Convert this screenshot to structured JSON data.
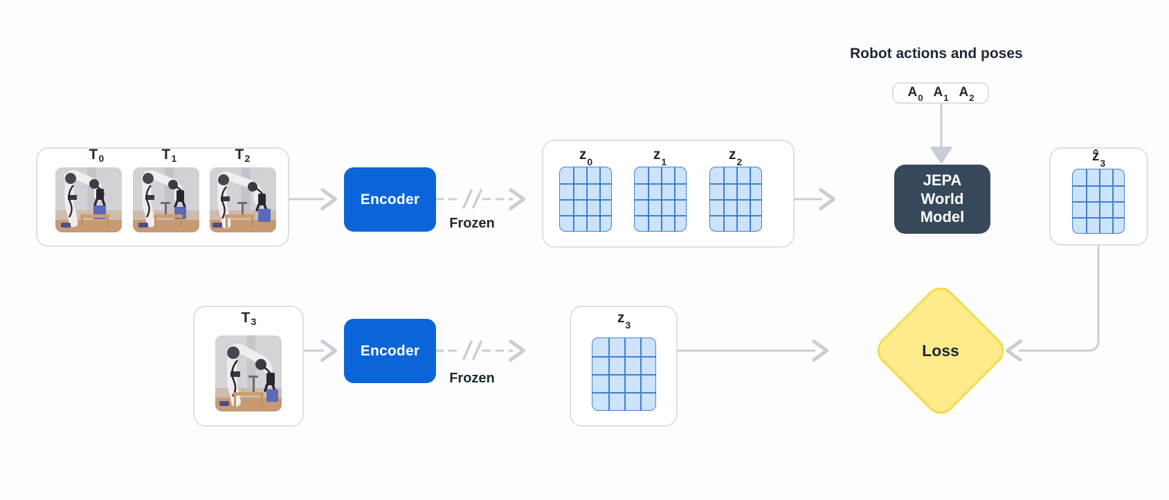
{
  "diagram": {
    "title_actions": "Robot actions and poses",
    "background": "#fdfdfd",
    "colors": {
      "encoder_blue": "#0b65d8",
      "world_model_slate": "#36485a",
      "latent_fill": "#cde2fb",
      "latent_stroke": "#3b80cf",
      "loss_fill": "#fdeb8c",
      "loss_stroke": "#f6d94b",
      "panel_border": "#dcdfe4",
      "wire_gray": "#c8ced6",
      "text_dark": "#1d2733"
    }
  },
  "context_frames": {
    "panel_name": "context-frames-panel",
    "frames": [
      {
        "label": "T",
        "sub": "0",
        "alt": "robot-arm-frame-t0"
      },
      {
        "label": "T",
        "sub": "1",
        "alt": "robot-arm-frame-t1"
      },
      {
        "label": "T",
        "sub": "2",
        "alt": "robot-arm-frame-t2"
      }
    ]
  },
  "target_frame": {
    "panel_name": "target-frame-panel",
    "frames": [
      {
        "label": "T",
        "sub": "3",
        "alt": "robot-arm-frame-t3"
      }
    ]
  },
  "encoders": [
    {
      "label": "Encoder",
      "frozen_label": "Frozen"
    },
    {
      "label": "Encoder",
      "frozen_label": "Frozen"
    }
  ],
  "context_latents": {
    "panel_name": "context-latents-panel",
    "grid_rows": 4,
    "grid_cols": 4,
    "items": [
      {
        "label": "z",
        "sub": "0"
      },
      {
        "label": "z",
        "sub": "1"
      },
      {
        "label": "z",
        "sub": "2"
      }
    ]
  },
  "target_latent": {
    "panel_name": "target-latent-panel",
    "grid_rows": 4,
    "grid_cols": 4,
    "items": [
      {
        "label": "z",
        "sub": "3"
      }
    ]
  },
  "predicted_latent": {
    "panel_name": "predicted-latent-panel",
    "grid_rows": 4,
    "grid_cols": 4,
    "items": [
      {
        "label": "ẑ",
        "sub": "3"
      }
    ]
  },
  "actions": {
    "title": "Robot actions and poses",
    "tokens": [
      {
        "label": "A",
        "sub": "0"
      },
      {
        "label": "A",
        "sub": "1"
      },
      {
        "label": "A",
        "sub": "2"
      }
    ]
  },
  "world_model": {
    "line1": "JEPA",
    "line2": "World",
    "line3": "Model"
  },
  "loss": {
    "label": "Loss"
  }
}
